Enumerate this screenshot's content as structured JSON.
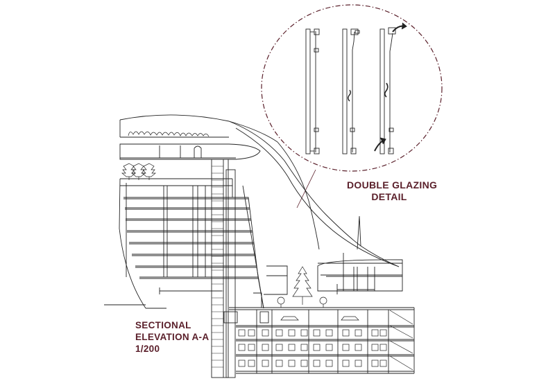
{
  "detail_label": {
    "line1": "DOUBLE GLAZING",
    "line2": "DETAIL"
  },
  "section_label": {
    "line1": "SECTIONAL",
    "line2": "ELEVATION  A-A",
    "line3": "1/200"
  },
  "colors": {
    "ink": "#222222",
    "label": "#5a1f2a",
    "callout": "#5a1f2a"
  }
}
